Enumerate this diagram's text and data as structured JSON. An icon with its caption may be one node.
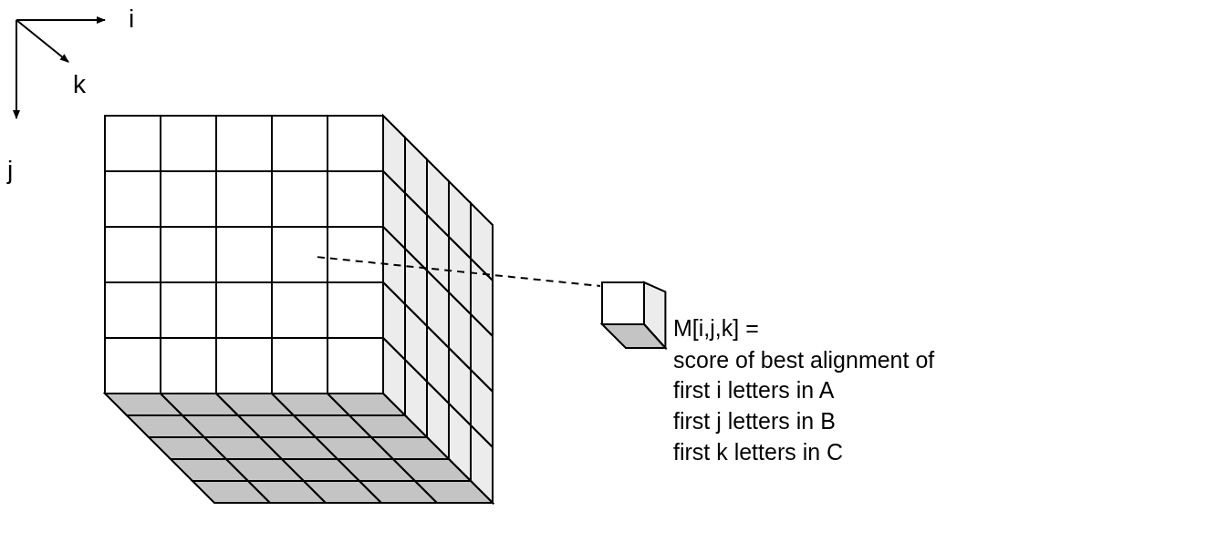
{
  "diagram": {
    "nodes": [
      {
        "text": [],
        "shape": "picture"
      },
      {
        "text": [],
        "shape": "cube"
      }
    ],
    "edges": [
      {
        "from": 0,
        "to": 1,
        "arrow": "none",
        "style": "dashed"
      }
    ],
    "labels": [
      "i",
      "k",
      "j",
      "M[i,j,k] =",
      "score of best alignment of",
      "first i letters in A",
      "first j letters in B",
      "first k letters in C"
    ]
  }
}
